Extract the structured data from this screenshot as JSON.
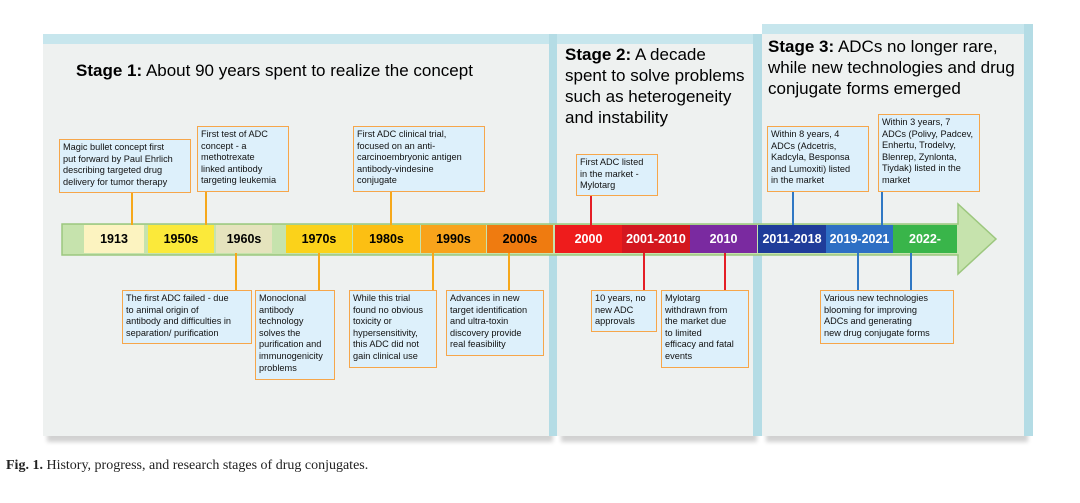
{
  "stages": [
    {
      "label": "Stage 1:",
      "text": "About 90 years spent to realize the concept"
    },
    {
      "label": "Stage 2:",
      "text": "A decade spent to solve problems such as heterogeneity and instability"
    },
    {
      "label": "Stage 3:",
      "text": "ADCs no longer rare, while new technologies and drug conjugate forms emerged"
    }
  ],
  "timeline": [
    {
      "label": "1913",
      "color": "#fcf3c0",
      "text_color": "#000000"
    },
    {
      "label": "1950s",
      "color": "#fbe93a",
      "text_color": "#000000"
    },
    {
      "label": "1960s",
      "color": "#e5e3bd",
      "text_color": "#000000"
    },
    {
      "label": "1970s",
      "color": "#fbd21a",
      "text_color": "#000000"
    },
    {
      "label": "1980s",
      "color": "#fcbf13",
      "text_color": "#000000"
    },
    {
      "label": "1990s",
      "color": "#f8a31b",
      "text_color": "#000000"
    },
    {
      "label": "2000s",
      "color": "#ef7b10",
      "text_color": "#000000"
    },
    {
      "label": "2000",
      "color": "#ee1c1c",
      "text_color": "#ffffff"
    },
    {
      "label": "2001-2010",
      "color": "#d4171f",
      "text_color": "#ffffff"
    },
    {
      "label": "2010",
      "color": "#7a2aa0",
      "text_color": "#ffffff"
    },
    {
      "label": "2011-2018",
      "color": "#1f3c9a",
      "text_color": "#ffffff"
    },
    {
      "label": "2019-2021",
      "color": "#2d6fc4",
      "text_color": "#ffffff"
    },
    {
      "label": "2022-",
      "color": "#39b54a",
      "text_color": "#ffffff"
    }
  ],
  "notes": [
    {
      "text": "Magic bullet concept first\nput forward by Paul Ehrlich\ndescribing targeted drug\ndelivery for tumor therapy"
    },
    {
      "text": "First test of ADC\nconcept - a\nmethotrexate\nlinked antibody\ntargeting leukemia"
    },
    {
      "text": "First ADC clinical trial,\nfocused on an anti-\ncarcinoembryonic antigen\nantibody-vindesine\nconjugate"
    },
    {
      "text": "The first ADC failed - due\nto animal origin of\nantibody and difficulties in\nseparation/ purification"
    },
    {
      "text": "Monoclonal\nantibody\ntechnology\nsolves the\npurification and\nimmunogenicity\nproblems"
    },
    {
      "text": "While this trial\nfound no obvious\ntoxicity or\nhypersensitivity,\nthis ADC did not\ngain clinical use"
    },
    {
      "text": "Advances in new\ntarget identification\nand ultra-toxin\ndiscovery provide\nreal feasibility"
    },
    {
      "text": "First ADC listed\nin the market -\nMylotarg"
    },
    {
      "text": "10 years, no\nnew ADC\napprovals"
    },
    {
      "text": "Mylotarg\nwithdrawn from\nthe market due\nto limited\nefficacy and fatal\nevents"
    },
    {
      "text": "Within 8 years, 4\nADCs (Adcetris,\nKadcyla, Besponsa\nand Lumoxiti) listed\nin the market"
    },
    {
      "text": "Within 3 years, 7\nADCs (Polivy, Padcev,\nEnhertu, Trodelvy,\nBlenrep, Zynlonta,\nTiydak) listed in the\nmarket"
    },
    {
      "text": "Various new technologies\nblooming for improving\nADCs and generating\nnew drug conjugate forms"
    }
  ],
  "caption": {
    "label": "Fig. 1.",
    "text": "History, progress, and research stages of drug conjugates."
  },
  "colors": {
    "panel": "#eef1f0",
    "panel_edge": "#b7dde6",
    "note_fill": "#ddf0fb",
    "note_border": "#f6a64a",
    "arrow": "#c6e3ad"
  }
}
